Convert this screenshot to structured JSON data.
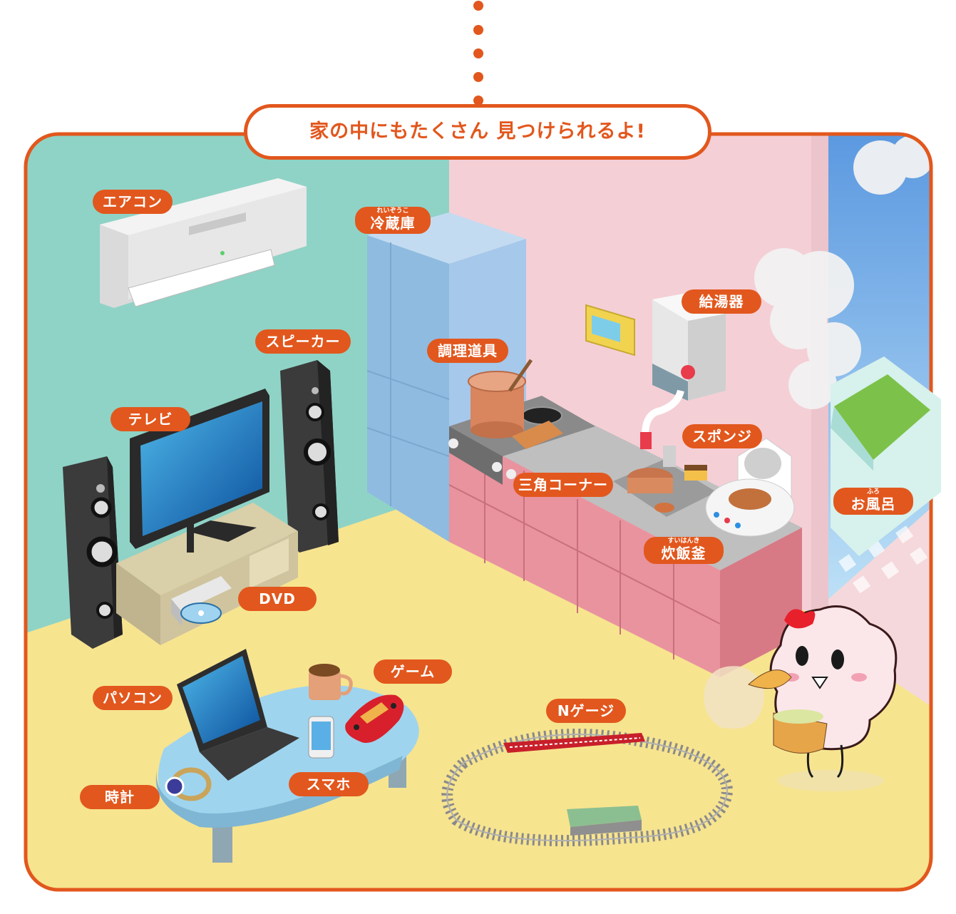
{
  "title": "家の中にもたくさん 見つけられるよ!",
  "labels": {
    "aircon": "エアコン",
    "fridge": "冷蔵庫",
    "fridge_ruby": "れいぞうこ",
    "water_heater": "給湯器",
    "speaker": "スピーカー",
    "cookware": "調理道具",
    "tv": "テレビ",
    "sponge": "スポンジ",
    "sink_corner": "三角コーナー",
    "bath": "お風呂",
    "bath_ruby": "ふろ",
    "rice_cooker": "炊飯釜",
    "rice_cooker_ruby": "すいはんき",
    "dvd": "DVD",
    "game": "ゲーム",
    "pc": "パソコン",
    "n_gauge": "Nゲージ",
    "smartphone": "スマホ",
    "watch": "時計"
  },
  "colors": {
    "accent": "#e2571d",
    "wall_left": "#8fd3c6",
    "wall_right": "#f5cfd6",
    "floor": "#f7e48f",
    "bath_tile": "#f5d8dc",
    "sky": "#7eb2e4",
    "counter": "#e9939e",
    "table": "#9fd4ee"
  },
  "icons": [
    "aircon-icon",
    "fridge-icon",
    "speaker-icon",
    "tv-icon",
    "dvd-player-icon",
    "laptop-icon",
    "smartphone-icon",
    "game-console-icon",
    "watch-icon",
    "mug-icon",
    "stove-icon",
    "pot-icon",
    "sink-icon",
    "water-heater-icon",
    "rice-cooker-icon",
    "bathtub-icon",
    "train-track-icon",
    "train-icon",
    "mascot-icon"
  ]
}
